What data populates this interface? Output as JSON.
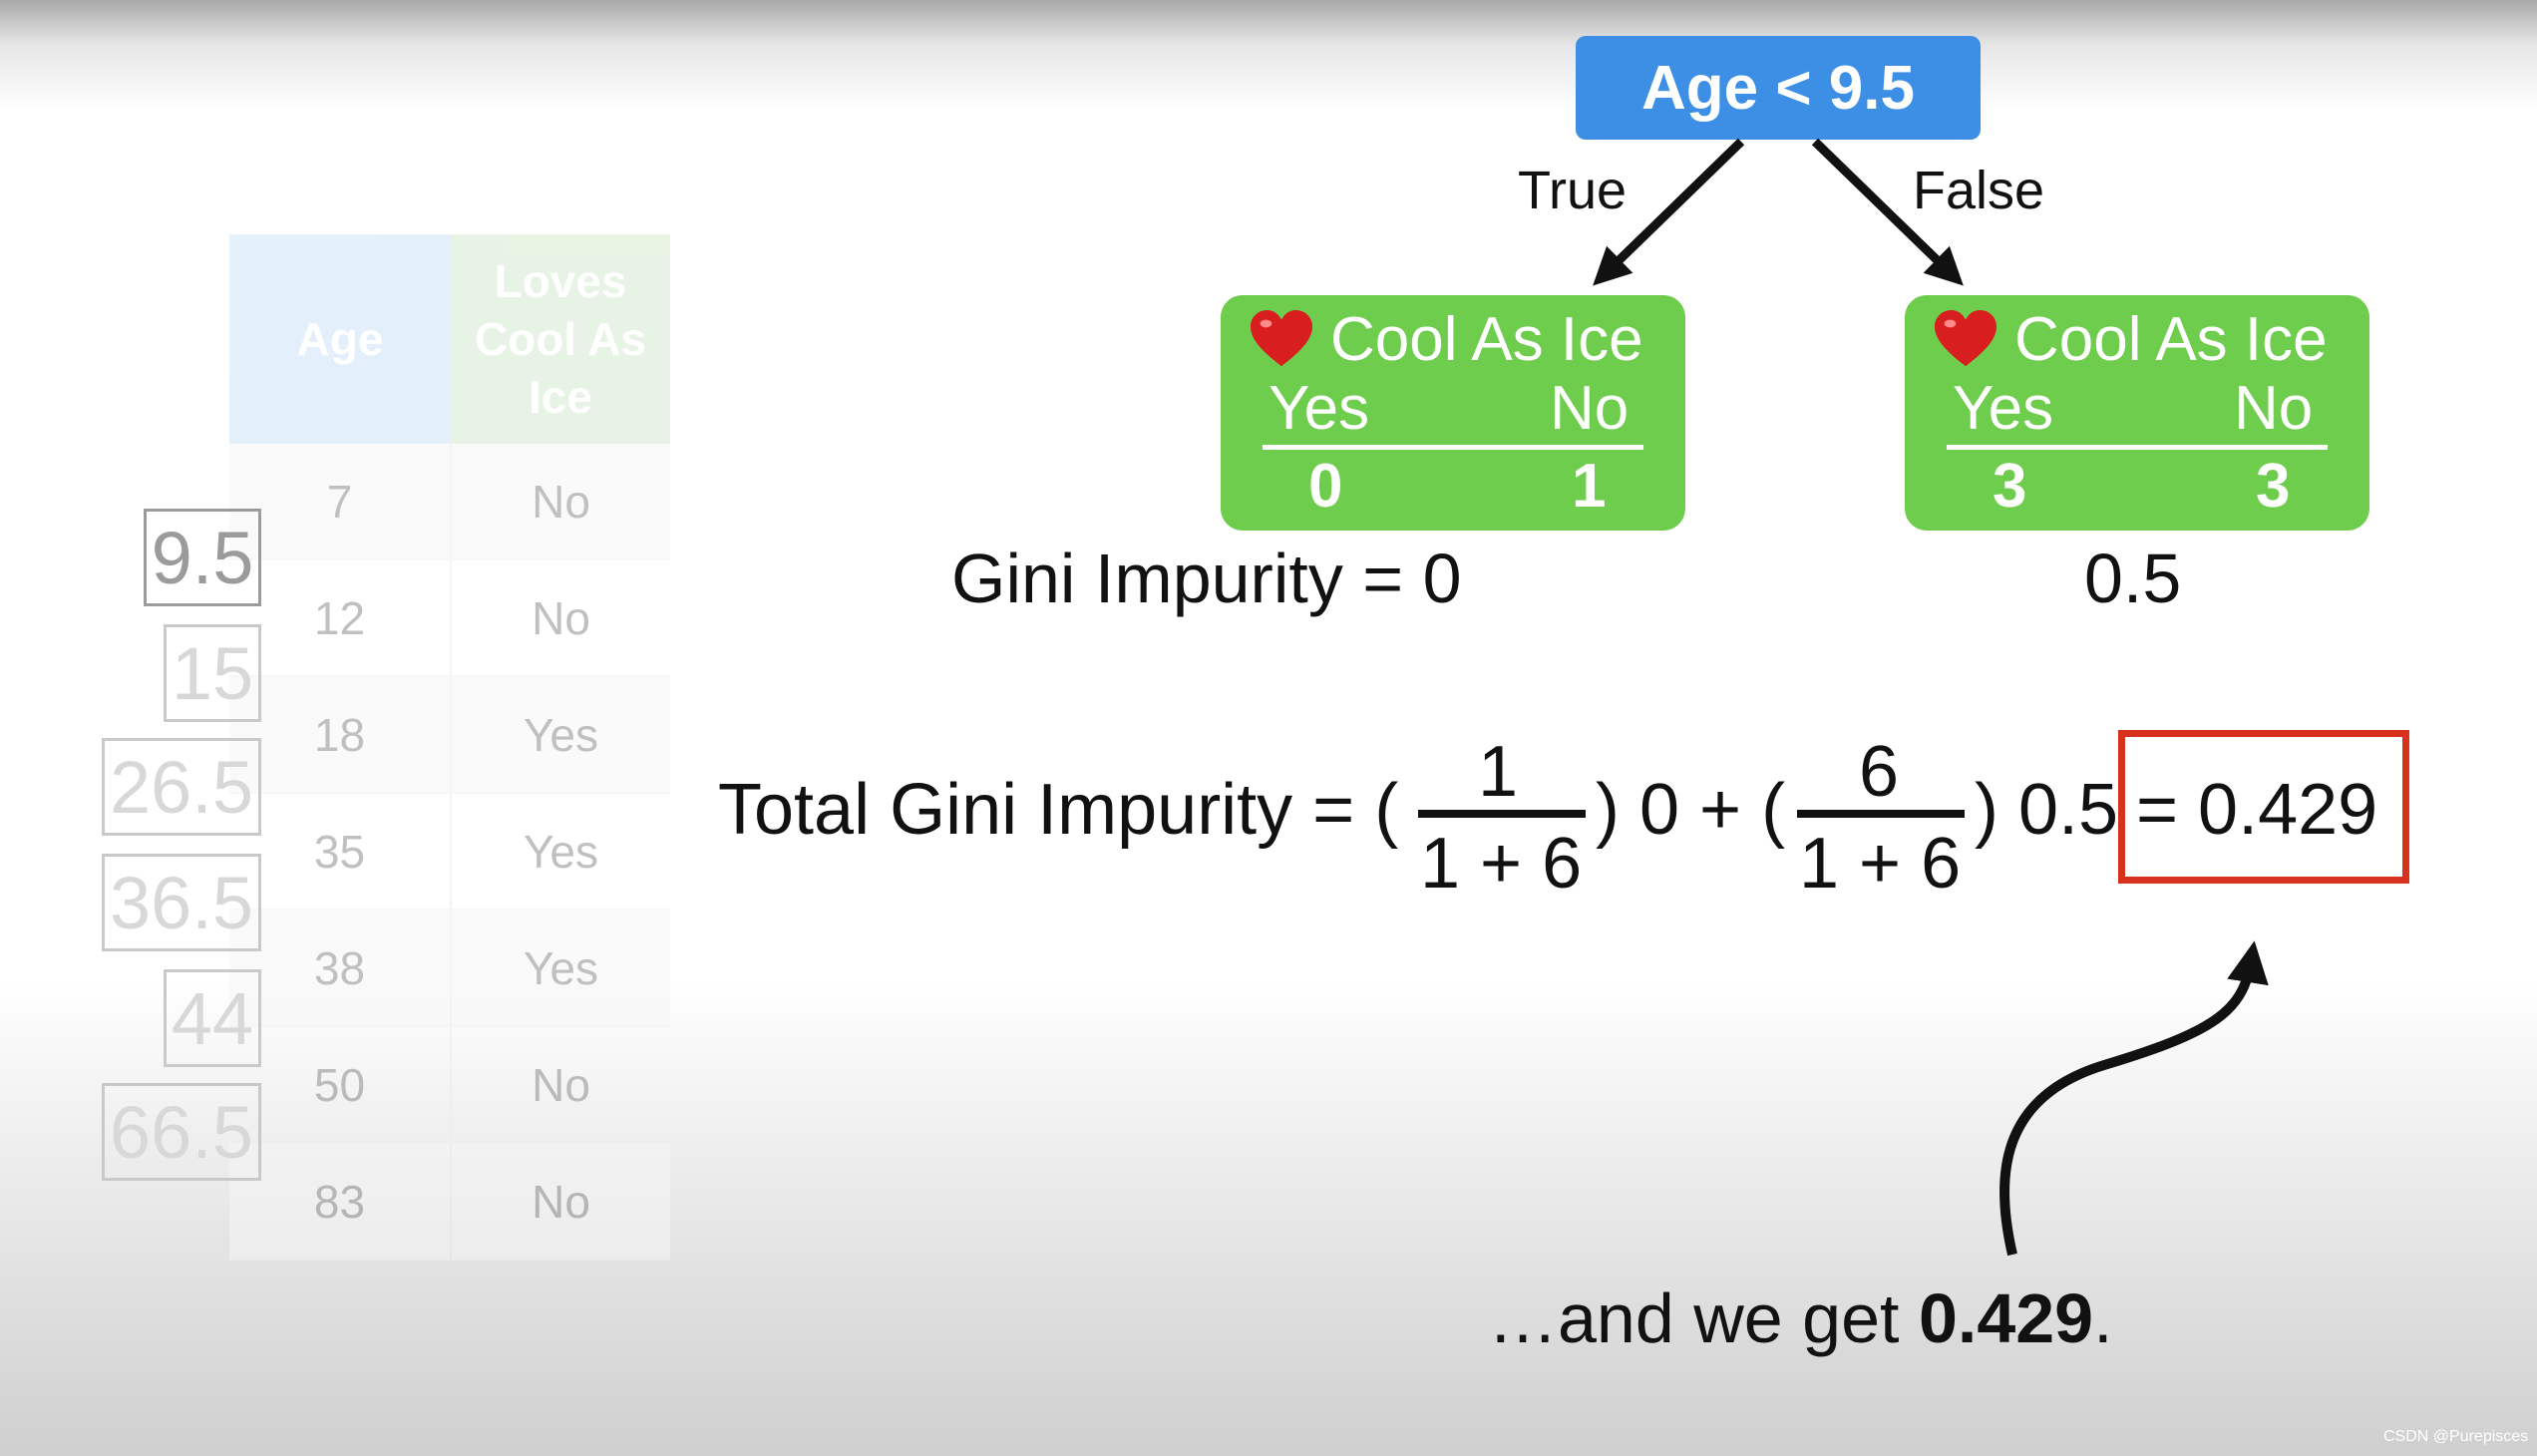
{
  "table": {
    "headers": [
      "Age",
      "Loves\nCool As\nIce"
    ],
    "rows": [
      {
        "age": "7",
        "loves": "No"
      },
      {
        "age": "12",
        "loves": "No"
      },
      {
        "age": "18",
        "loves": "Yes"
      },
      {
        "age": "35",
        "loves": "Yes"
      },
      {
        "age": "38",
        "loves": "Yes"
      },
      {
        "age": "50",
        "loves": "No"
      },
      {
        "age": "83",
        "loves": "No"
      }
    ]
  },
  "thresholds": [
    "9.5",
    "15",
    "26.5",
    "36.5",
    "44",
    "66.5"
  ],
  "tree": {
    "root": "Age < 9.5",
    "true_label": "True",
    "false_label": "False",
    "left_leaf": {
      "title": "Cool As Ice",
      "yes_label": "Yes",
      "no_label": "No",
      "yes_count": "0",
      "no_count": "1"
    },
    "right_leaf": {
      "title": "Cool As Ice",
      "yes_label": "Yes",
      "no_label": "No",
      "yes_count": "3",
      "no_count": "3"
    }
  },
  "gini": {
    "left_text": "Gini Impurity = 0",
    "right_text": "0.5"
  },
  "equation": {
    "prefix": "Total Gini Impurity = (",
    "frac1_num": "1",
    "frac1_den": "1 + 6",
    "mid": ") 0 + (",
    "frac2_num": "6",
    "frac2_den": "1 + 6",
    "suffix": ") 0.5",
    "result": "= 0.429"
  },
  "caption": {
    "pre": "…and we get ",
    "bold": "0.429",
    "post": "."
  },
  "watermark": "CSDN @Purepisces",
  "colors": {
    "root": "#3d8fe6",
    "leaf": "#6fcd4d",
    "highlight": "#d8321e",
    "heart": "#d81e1e"
  }
}
